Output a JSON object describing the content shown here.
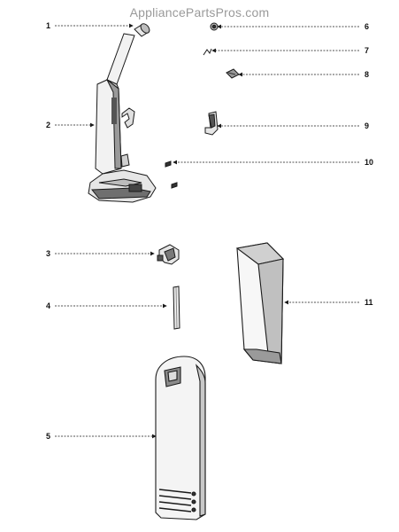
{
  "watermark": "AppliancePartsPros.com",
  "callouts": [
    "1",
    "2",
    "3",
    "4",
    "5",
    "6",
    "7",
    "8",
    "9",
    "10",
    "11"
  ],
  "colors": {
    "line": "#1a1a1a",
    "shade": "#8a8a8a",
    "light": "#d6d6d6",
    "watermark": "#9a9a9a"
  }
}
